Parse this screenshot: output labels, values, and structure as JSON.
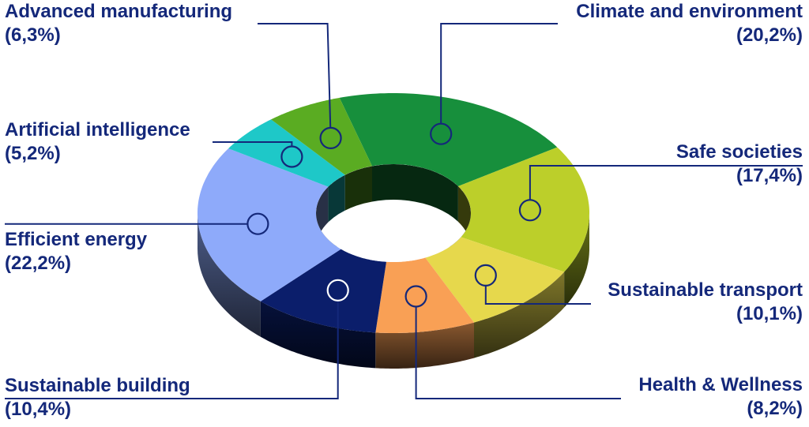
{
  "chart_data": {
    "type": "pie",
    "style": "3d-donut",
    "title": "",
    "slices": [
      {
        "key": "climate",
        "name": "Climate and environment",
        "value": 20.2,
        "pct": "(20,2%)",
        "color": "#178f3c"
      },
      {
        "key": "safe",
        "name": "Safe societies",
        "value": 17.4,
        "pct": "(17,4%)",
        "color": "#bccf2a"
      },
      {
        "key": "transport",
        "name": "Sustainable transport",
        "value": 10.1,
        "pct": "(10,1%)",
        "color": "#e6d84c"
      },
      {
        "key": "health",
        "name": "Health & Wellness",
        "value": 8.2,
        "pct": "(8,2%)",
        "color": "#f9a055"
      },
      {
        "key": "building",
        "name": "Sustainable building",
        "value": 10.4,
        "pct": "(10,4%)",
        "color": "#0b1e6b"
      },
      {
        "key": "energy",
        "name": "Efficient energy",
        "value": 22.2,
        "pct": "(22,2%)",
        "color": "#8eaafa"
      },
      {
        "key": "ai",
        "name": "Artificial intelligence",
        "value": 5.2,
        "pct": "(5,2%)",
        "color": "#1ec8c8"
      },
      {
        "key": "manufacturing",
        "name": "Advanced manufacturing",
        "value": 6.3,
        "pct": "(6,3%)",
        "color": "#5aac22"
      }
    ]
  },
  "colors": {
    "label_text": "#14287a",
    "leader_line": "#14287a",
    "background": "#ffffff"
  }
}
